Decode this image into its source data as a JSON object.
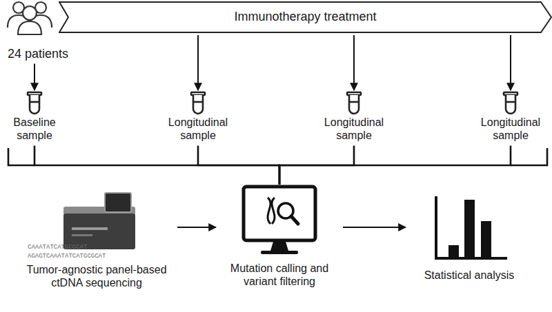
{
  "diagram": {
    "nodes": [
      {
        "text": [
          "Immunotherapy treatment"
        ]
      },
      {
        "text": [
          "24 patients"
        ]
      },
      {
        "text": [
          "Baseline sample"
        ]
      },
      {
        "text": [
          "Longitudinal sample"
        ]
      },
      {
        "text": [
          "Longitudinal sample"
        ]
      },
      {
        "text": [
          "Longitudinal sample"
        ]
      },
      {
        "text": [
          "Tumor-agnostic panel-based ctDNA sequencing"
        ]
      },
      {
        "text": [
          "Mutation calling and variant filtering"
        ]
      },
      {
        "text": [
          "Statistical analysis"
        ]
      }
    ],
    "edges": [
      {
        "from": 1,
        "to": 2,
        "arrow": "to"
      },
      {
        "from": 0,
        "to": 3,
        "arrow": "to"
      },
      {
        "from": 0,
        "to": 4,
        "arrow": "to"
      },
      {
        "from": 0,
        "to": 5,
        "arrow": "to"
      },
      {
        "from": 2,
        "to": 7,
        "arrow": "none"
      },
      {
        "from": 3,
        "to": 7,
        "arrow": "none"
      },
      {
        "from": 4,
        "to": 7,
        "arrow": "none"
      },
      {
        "from": 5,
        "to": 7,
        "arrow": "none"
      },
      {
        "from": 6,
        "to": 7,
        "arrow": "to"
      },
      {
        "from": 7,
        "to": 8,
        "arrow": "to"
      }
    ],
    "labels": [
      "CAAATATCATGCGCAT",
      "AGAGTCAAATATCATGCGCAT"
    ]
  }
}
